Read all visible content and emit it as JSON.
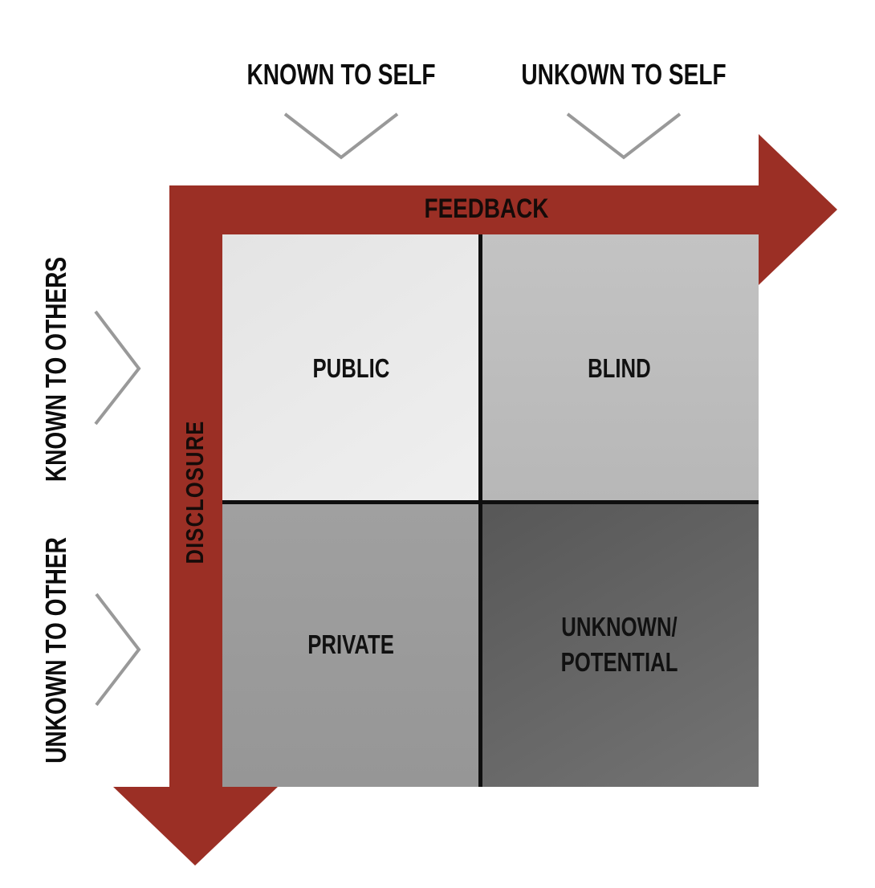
{
  "diagram": {
    "top_labels": {
      "left": "KNOWN TO SELF",
      "right": "UNKOWN TO SELF"
    },
    "side_labels": {
      "top": "KNOWN TO OTHERS",
      "bottom": "UNKOWN TO OTHER"
    },
    "arrows": {
      "feedback_label": "FEEDBACK",
      "disclosure_label": "DISCLOSURE",
      "arrow_color": "#9b2f25"
    },
    "quadrants": {
      "public": {
        "label": "PUBLIC",
        "bg": "#e9e9e9"
      },
      "blind": {
        "label": "BLIND",
        "bg": "#bdbdbd"
      },
      "private": {
        "label": "PRIVATE",
        "bg": "#9c9c9c"
      },
      "unknown": {
        "label_line1": "UNKNOWN/",
        "label_line2": "POTENTIAL",
        "bg": "#666666"
      }
    },
    "chevron_color": "#999999",
    "divider_color": "#0f0f0f",
    "background": "#ffffff"
  }
}
